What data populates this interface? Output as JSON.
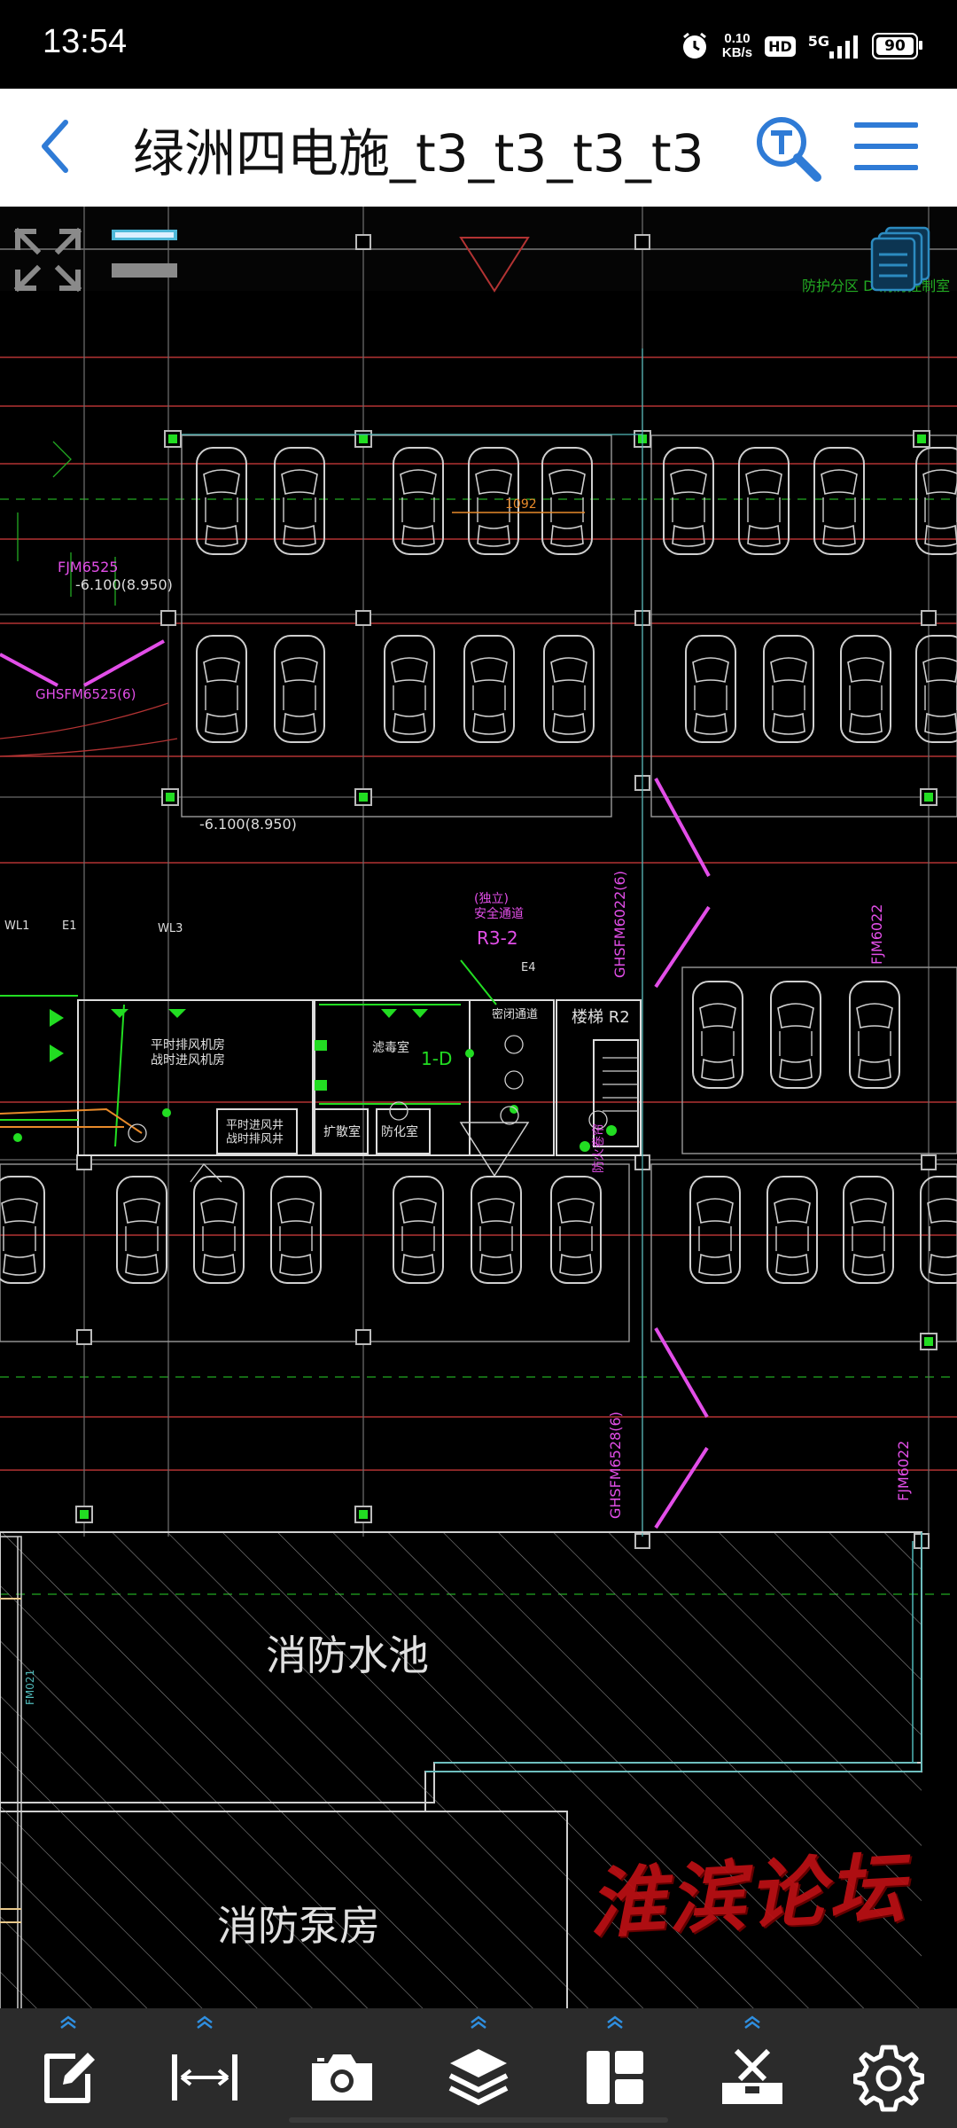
{
  "status_bar": {
    "time": "13:54",
    "net_speed_value": "0.10",
    "net_speed_unit": "KB/s",
    "hd_label": "HD",
    "network_label": "5G",
    "battery_level": "90",
    "icons": [
      "alarm-icon",
      "signal-icon",
      "battery-icon"
    ]
  },
  "title_bar": {
    "back_icon": "chevron-left-icon",
    "title": "绿洲四电施_t3_t3_t3_t3",
    "search_icon": "text-search-icon",
    "menu_icon": "hamburger-menu-icon",
    "accent_color": "#2f7bd6"
  },
  "drawing": {
    "labels": {
      "fire_pool": "消防水池",
      "fire_pump_room": "消防泵房",
      "elevation_1": "-6.100(8.950)",
      "elevation_2": "-6.100(8.950)",
      "valve_1": "FJM6525",
      "valve_2": "GHSFM6022(6)",
      "valve_3": "GHSFM6528(6)",
      "valve_4": "FJM6022",
      "valve_5": "FJM6022",
      "zone_note": "防护分区 D-消防控制室",
      "room_r32": "R3-2",
      "room_stair": "楼梯 R2",
      "room_1d": "1-D",
      "room_fan": "平时排风机房\n战时进风机房",
      "room_fan2": "平时进风井\n战时排风井",
      "room_sq": "扩散室",
      "room_mj": "密闭通道",
      "room_ff": "防化室",
      "room_dk": "滤毒室",
      "safe_door": "(独立)\n安全通道",
      "dim_1": "1092",
      "wl1": "WL1",
      "wl3": "WL3",
      "e1": "E1",
      "e4": "E4",
      "gate": "GHSFM6525(6)",
      "grass": "FM021",
      "fire_wall": "防火卷帘"
    },
    "colors": {
      "background": "#000000",
      "gridline": "#b33333",
      "axis": "#7a7a7a",
      "cars": "#cfcfcf",
      "green": "#22dd22",
      "magenta": "#e24ee8",
      "cyan": "#4fb8b8",
      "hatch": "#9a9a9a"
    },
    "watermark": "淮滨论坛"
  },
  "canvas_controls": {
    "fullscreen_icon": "fullscreen-expand-icon",
    "zoom_indicator_icon": "zoom-level-indicator",
    "document_icon": "document-stack-icon"
  },
  "bottom_toolbar": {
    "tools": [
      {
        "name": "annotate",
        "icon": "edit-icon"
      },
      {
        "name": "measure",
        "icon": "measure-icon"
      },
      {
        "name": "capture",
        "icon": "camera-icon"
      },
      {
        "name": "layers",
        "icon": "layers-icon"
      },
      {
        "name": "layout",
        "icon": "layout-icon"
      },
      {
        "name": "toolbox",
        "icon": "toolbox-icon"
      },
      {
        "name": "settings",
        "icon": "gear-icon"
      }
    ],
    "expand_icon": "chevron-up-icon"
  }
}
